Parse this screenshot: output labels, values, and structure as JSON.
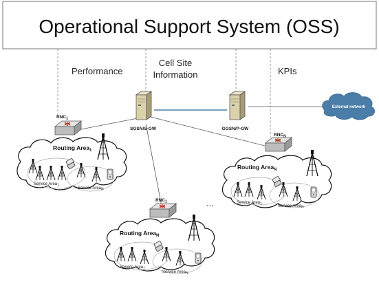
{
  "oss": {
    "title": "Operational Support System (OSS)"
  },
  "links": {
    "performance": "Performance",
    "cell_site_line1": "Cell Site",
    "cell_site_line2": "Information",
    "kpis": "KPIs"
  },
  "nodes": {
    "sgsn": "SGSN/S-GW",
    "ggsn": "GGSN/P-GW",
    "external": "External network",
    "ellipsis": "..."
  },
  "rnc1": {
    "base": "RNC",
    "sub": "1"
  },
  "rnc2": {
    "base": "RNC",
    "sub": "N"
  },
  "rnc3": {
    "base": "RNC",
    "sub": "1"
  },
  "area1": {
    "routing_base": "Routing Area",
    "routing_sub": "1",
    "service_a_base": "Service Area",
    "service_a_sub": "1",
    "service_b_base": "Service Area",
    "service_b_sub": "N"
  },
  "area2": {
    "routing_base": "Routing Area",
    "routing_sub": "N",
    "service_a_base": "Service Area",
    "service_a_sub": "1",
    "service_b_base": "Service Area",
    "service_b_sub": "N"
  },
  "area3": {
    "routing_base": "Routing Area",
    "routing_sub": "N",
    "service_a_base": "Service Area",
    "service_a_sub": "1",
    "service_b_base": "Service Area",
    "service_b_sub": "N"
  }
}
